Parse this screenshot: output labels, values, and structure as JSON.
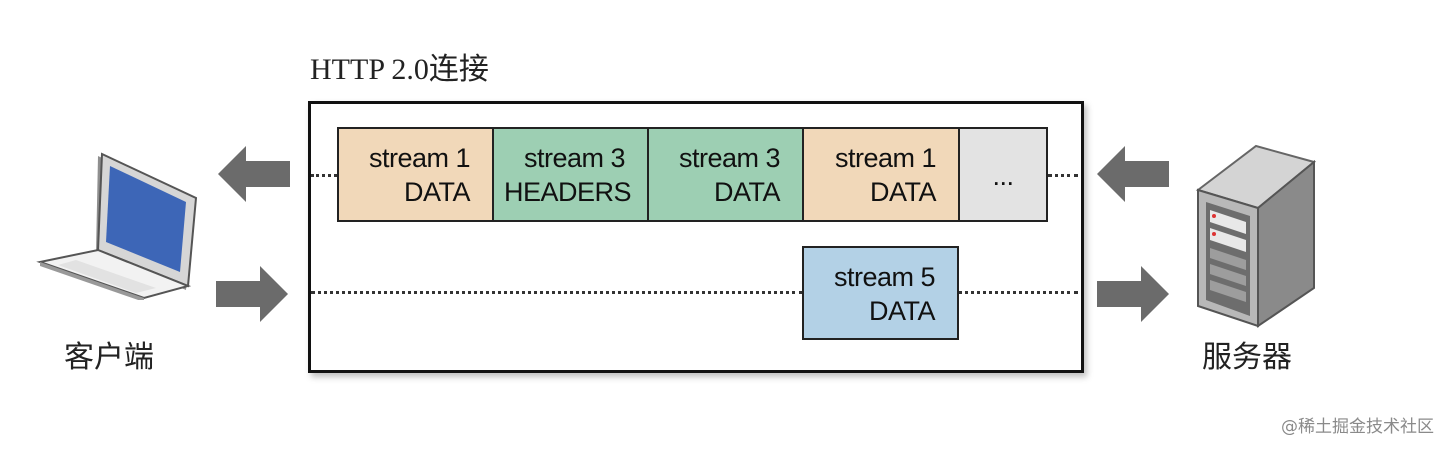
{
  "title": "HTTP 2.0连接",
  "client_label": "客户端",
  "server_label": "服务器",
  "watermark": "@稀土掘金技术社区",
  "frames_top": [
    {
      "line1": "stream 1",
      "line2": "DATA"
    },
    {
      "line1": "stream 3",
      "line2": "HEADERS"
    },
    {
      "line1": "stream 3",
      "line2": "DATA"
    },
    {
      "line1": "stream 1",
      "line2": "DATA"
    },
    {
      "line1": "..."
    }
  ],
  "frames_bottom": [
    {
      "line1": "stream 5",
      "line2": "DATA"
    }
  ],
  "colors": {
    "stream1": "#f1d8b9",
    "stream3": "#9dcfb3",
    "stream5": "#b3d1e6",
    "pending": "#e3e3e3",
    "arrow": "#6b6b6b"
  },
  "icons": {
    "client": "laptop-icon",
    "server": "server-tower-icon"
  }
}
